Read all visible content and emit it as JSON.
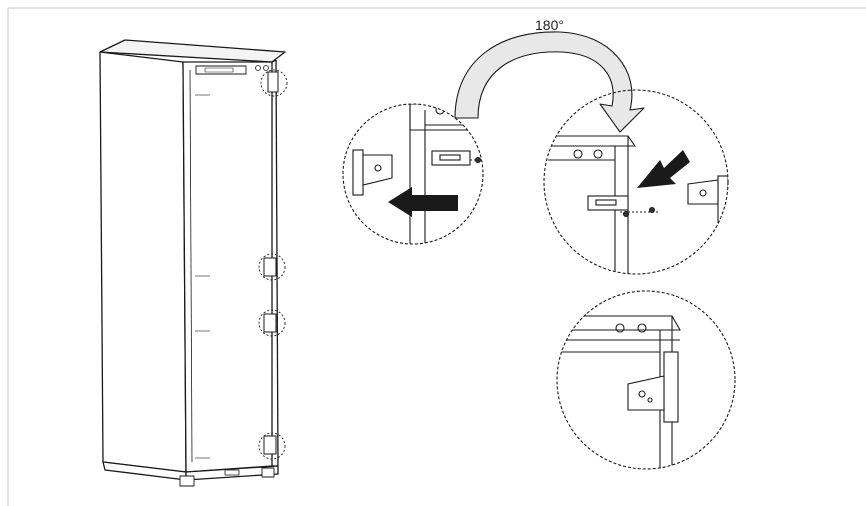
{
  "figure": {
    "rotation_label": "180°",
    "colors": {
      "line": "#1a1a1a",
      "frame": "#d9d9d9",
      "arrow_fill": "#1a1a1a",
      "curved_arrow_fill": "#e6e6e6"
    },
    "icons": [
      "appliance-cabinet",
      "hinge-bracket",
      "screw",
      "direction-arrow",
      "rotate-arrow"
    ]
  }
}
